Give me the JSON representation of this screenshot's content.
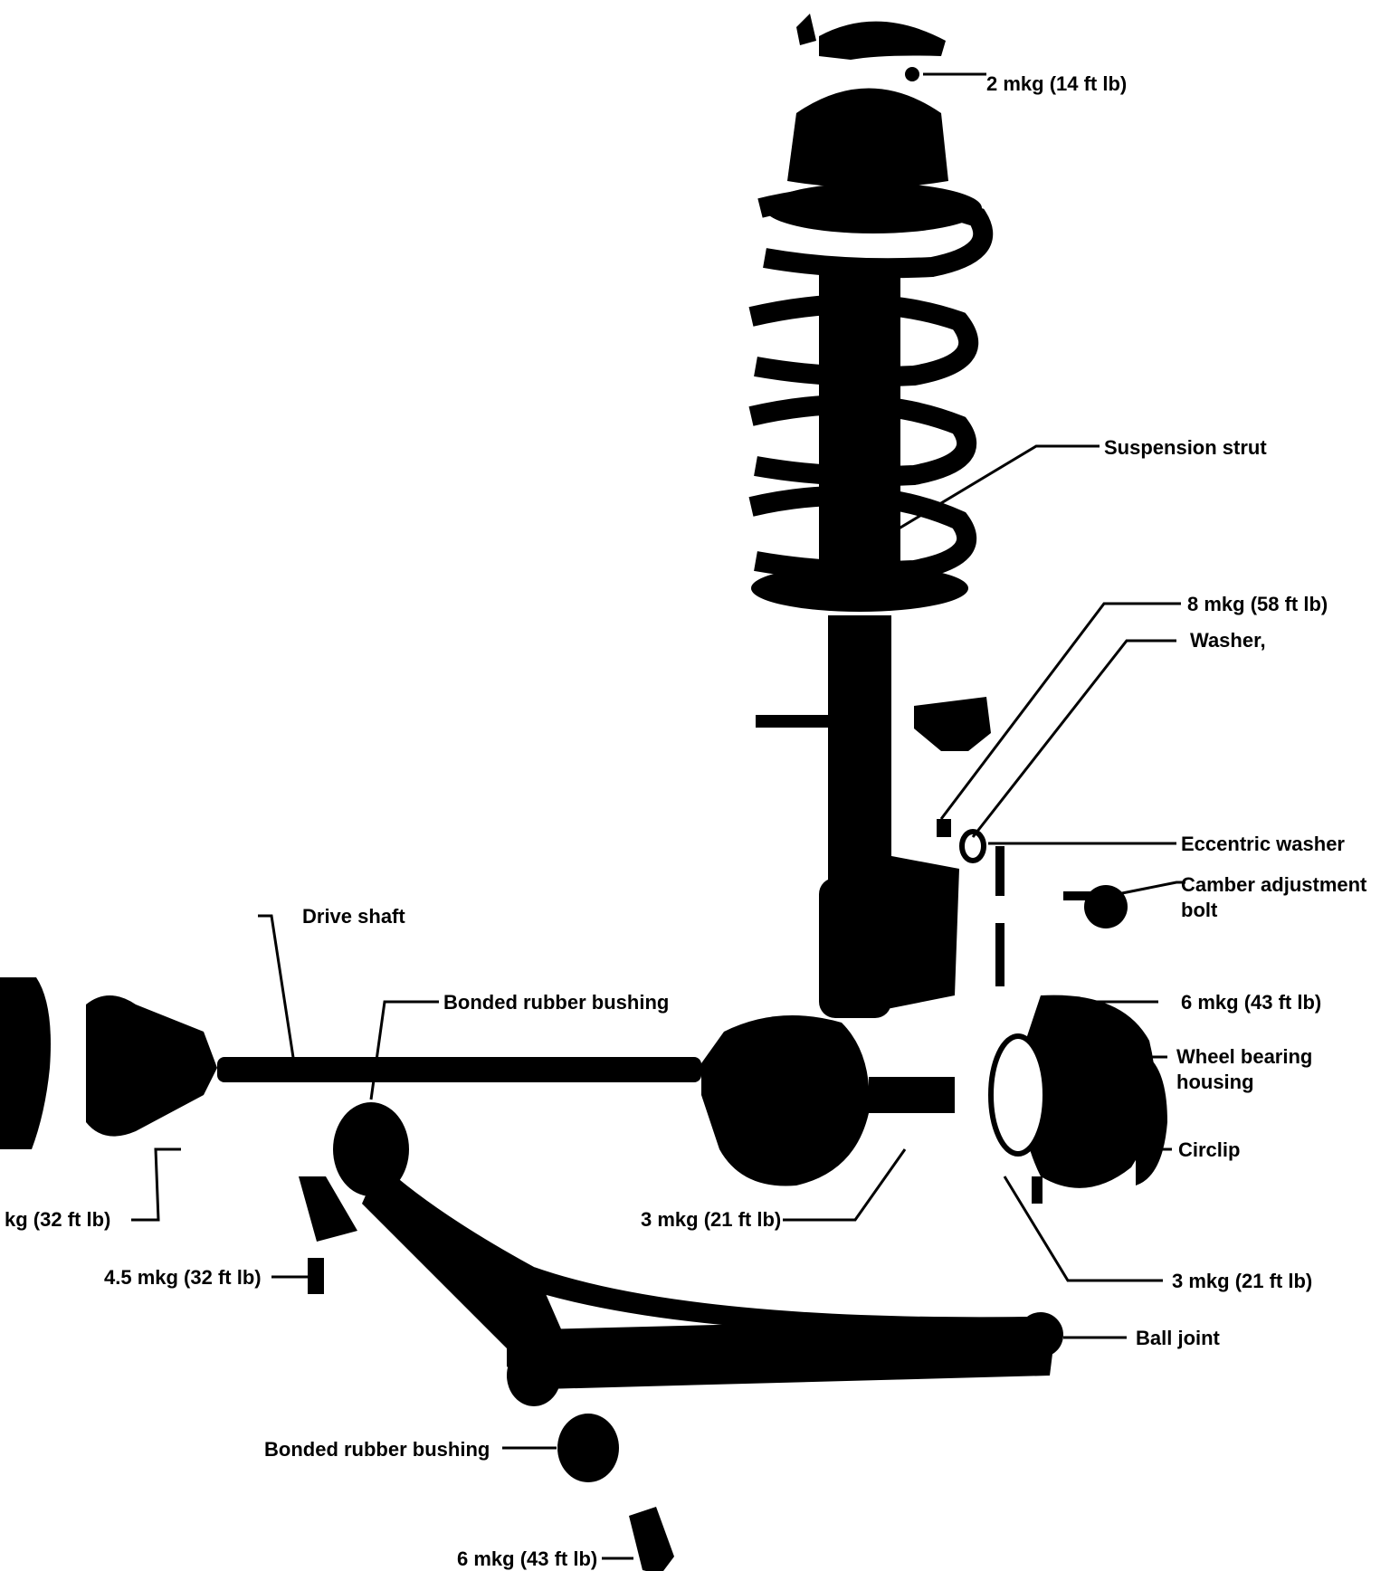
{
  "labels": {
    "top_nut_torque": "2 mkg (14 ft lb)",
    "suspension_strut": "Suspension strut",
    "strut_bolt_torque": "8 mkg (58 ft lb)",
    "washer": "Washer,",
    "eccentric_washer": "Eccentric washer",
    "camber_bolt_line1": "Camber adjustment",
    "camber_bolt_line2": "bolt",
    "drive_shaft": "Drive shaft",
    "bushing_upper": "Bonded rubber bushing",
    "housing_bolt_torque": "6 mkg (43 ft lb)",
    "wheel_bearing_line1": "Wheel bearing",
    "wheel_bearing_line2": "housing",
    "circlip": "Circlip",
    "flange_torque": "kg (32 ft lb)",
    "shield_torque": "3 mkg (21 ft lb)",
    "balljoint_torque": "3 mkg (21 ft lb)",
    "clamp_torque": "4.5 mkg (32 ft lb)",
    "ball_joint": "Ball joint",
    "bushing_lower": "Bonded rubber bushing",
    "arm_bolt_torque": "6 mkg (43 ft lb)"
  }
}
